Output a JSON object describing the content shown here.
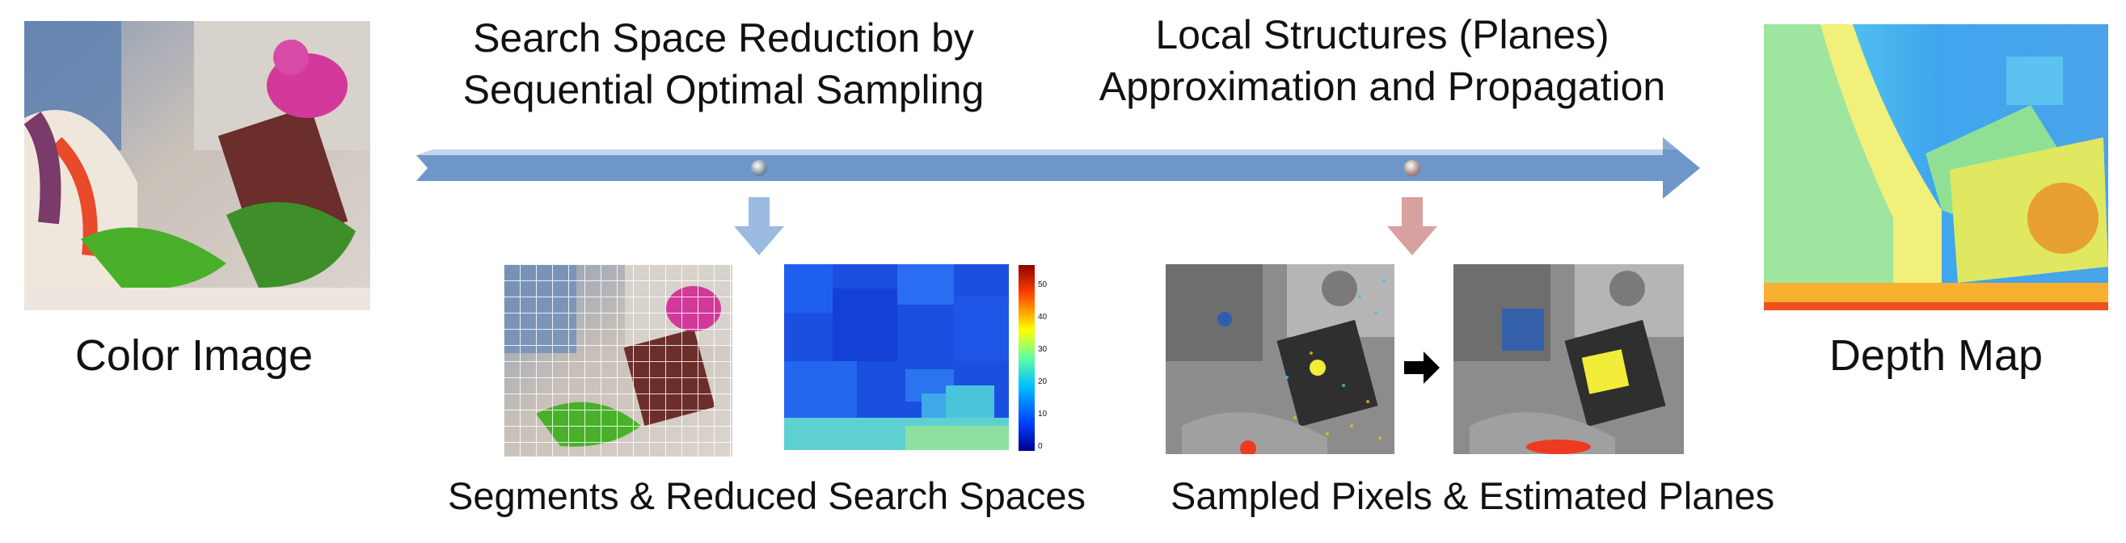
{
  "color_image": {
    "label": "Color Image"
  },
  "depth_map": {
    "label": "Depth Map"
  },
  "stage1": {
    "title_line1": "Search Space Reduction by",
    "title_line2": "Sequential Optimal Sampling",
    "caption": "Segments & Reduced Search Spaces",
    "arrow_color": "#9bbbe0"
  },
  "stage2": {
    "title_line1": "Local Structures (Planes)",
    "title_line2": "Approximation and Propagation",
    "caption": "Sampled Pixels & Estimated Planes",
    "arrow_color": "#d9a0a0"
  },
  "timeline": {
    "color": "#6f96c8"
  },
  "colorbar": {
    "ticks": [
      "50",
      "40",
      "30",
      "20",
      "10",
      "0"
    ]
  }
}
